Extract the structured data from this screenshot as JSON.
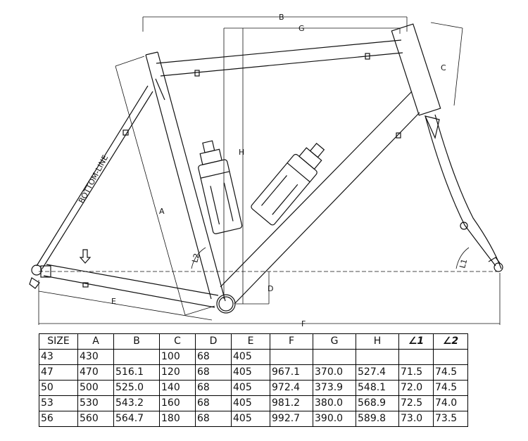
{
  "dimension_labels": {
    "A": "A",
    "B": "B",
    "C": "C",
    "D": "D",
    "E": "E",
    "F": "F",
    "G": "G",
    "H": "H",
    "L1": "L1",
    "L2": "L2"
  },
  "downtube_decal": "BOTTOM-LINE",
  "table": {
    "headers": [
      "SIZE",
      "A",
      "B",
      "C",
      "D",
      "E",
      "F",
      "G",
      "H",
      "∠1",
      "∠2"
    ],
    "rows": [
      [
        "43",
        "430",
        "",
        "100",
        "68",
        "405",
        "",
        "",
        "",
        "",
        ""
      ],
      [
        "47",
        "470",
        "516.1",
        "120",
        "68",
        "405",
        "967.1",
        "370.0",
        "527.4",
        "71.5",
        "74.5"
      ],
      [
        "50",
        "500",
        "525.0",
        "140",
        "68",
        "405",
        "972.4",
        "373.9",
        "548.1",
        "72.0",
        "74.5"
      ],
      [
        "53",
        "530",
        "543.2",
        "160",
        "68",
        "405",
        "981.2",
        "380.0",
        "568.9",
        "72.5",
        "74.0"
      ],
      [
        "56",
        "560",
        "564.7",
        "180",
        "68",
        "405",
        "992.7",
        "390.0",
        "589.8",
        "73.0",
        "73.5"
      ]
    ]
  }
}
